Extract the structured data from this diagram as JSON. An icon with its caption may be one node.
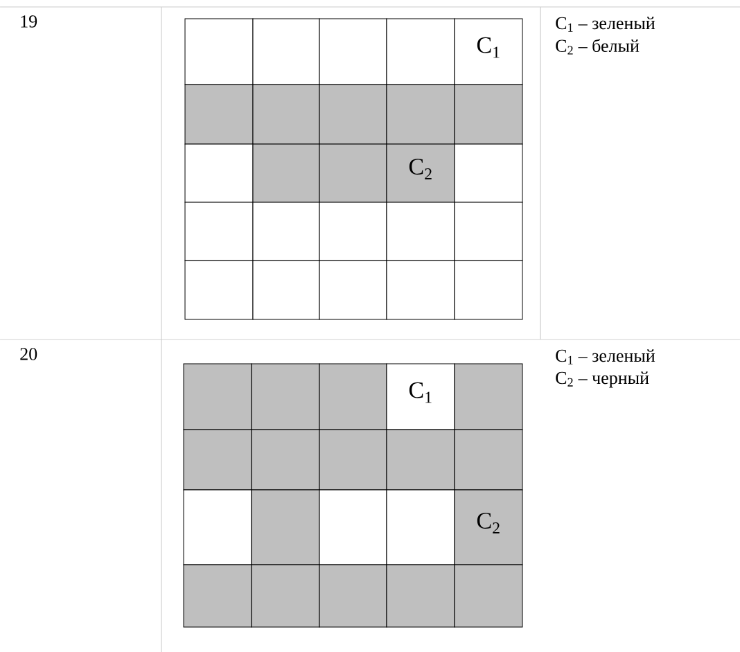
{
  "diagram": {
    "labels": [
      "19",
      "C$_{1}$",
      "C$_{2}$",
      "C$_{1}$ – зеленый",
      "C$_{2}$ – белый",
      "20",
      "C$_{1}$",
      "C$_{2}$",
      "C$_{1}$ – зеленый",
      "C$_{2}$ – черный"
    ]
  }
}
